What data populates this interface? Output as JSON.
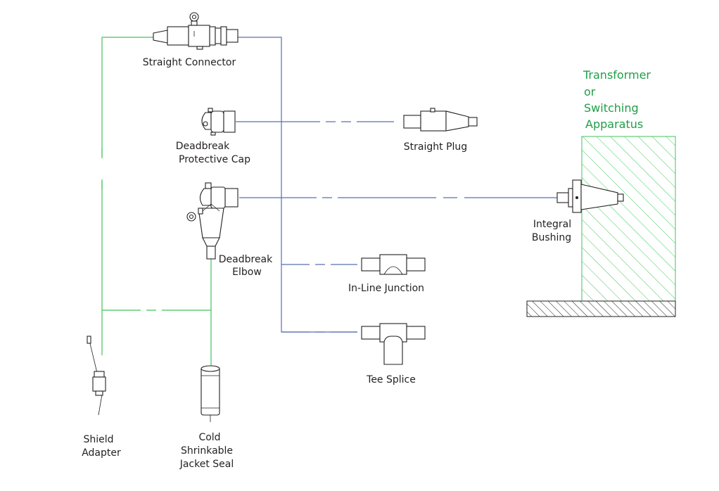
{
  "labels": {
    "straight_connector": "Straight Connector",
    "deadbreak_cap_line1": "Deadbreak",
    "deadbreak_cap_line2": "Protective Cap",
    "straight_plug": "Straight Plug",
    "deadbreak_elbow_line1": "Deadbreak",
    "deadbreak_elbow_line2": "Elbow",
    "integral_bushing_line1": "Integral",
    "integral_bushing_line2": "Bushing",
    "inline_junction": "In-Line Junction",
    "tee_splice": "Tee Splice",
    "shield_adapter_line1": "Shield",
    "shield_adapter_line2": "Adapter",
    "jacket_seal_line1": "Cold",
    "jacket_seal_line2": "Shrinkable",
    "jacket_seal_line3": "Jacket Seal",
    "apparatus_line1": "Transformer",
    "apparatus_line2": "or",
    "apparatus_line3": "Switching",
    "apparatus_line4": "Apparatus"
  },
  "colors": {
    "blue_line": "#5b6fb5",
    "green_line": "#44c25e",
    "apparatus_text": "#1f9e47",
    "hatch_green": "#44c25e",
    "outline": "#231f20"
  }
}
